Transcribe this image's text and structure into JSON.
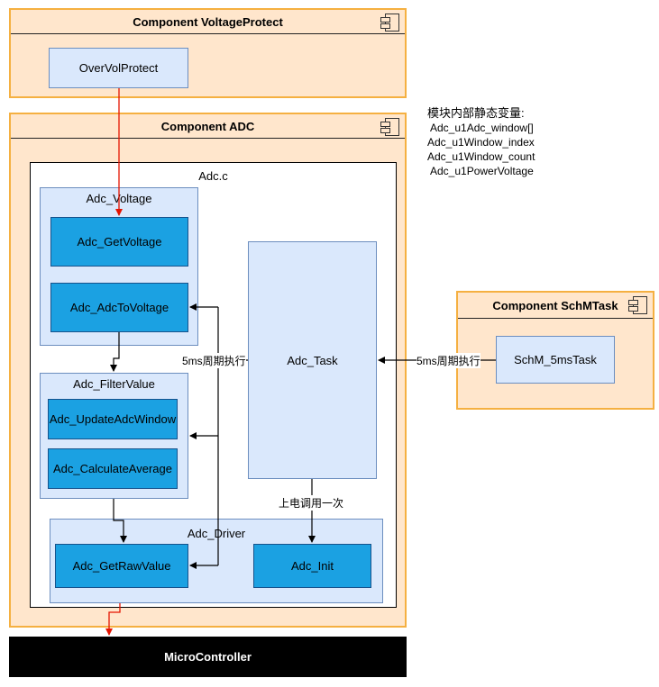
{
  "voltage_protect": {
    "title": "Component VoltageProtect",
    "box": "OverVolProtect"
  },
  "adc": {
    "title": "Component ADC",
    "file": "Adc.c",
    "voltage_group": {
      "title": "Adc_Voltage",
      "items": [
        "Adc_GetVoltage",
        "Adc_AdcToVoltage"
      ]
    },
    "filter_group": {
      "title": "Adc_FilterValue",
      "items": [
        "Adc_UpdateAdcWindow",
        "Adc_CalculateAverage"
      ]
    },
    "driver_group": {
      "title": "Adc_Driver",
      "items": [
        "Adc_GetRawValue",
        "Adc_Init"
      ]
    },
    "task": "Adc_Task"
  },
  "schm": {
    "title": "Component SchMTask",
    "box": "SchM_5msTask"
  },
  "microcontroller": "MicroController",
  "labels": {
    "periodic_left": "5ms周期执行",
    "periodic_right": "5ms周期执行",
    "power_on": "上电调用一次"
  },
  "notes": {
    "title": "模块内部静态变量:",
    "lines": [
      "Adc_u1Adc_window[]",
      "Adc_u1Window_index",
      "Adc_u1Window_count",
      "Adc_u1PowerVoltage"
    ]
  },
  "colors": {
    "component_fill": "#ffe6cc",
    "component_border": "#f5b041",
    "light_fill": "#dae8fc",
    "dark_fill": "#1ba1e2",
    "red_arrow": "#e51400"
  }
}
